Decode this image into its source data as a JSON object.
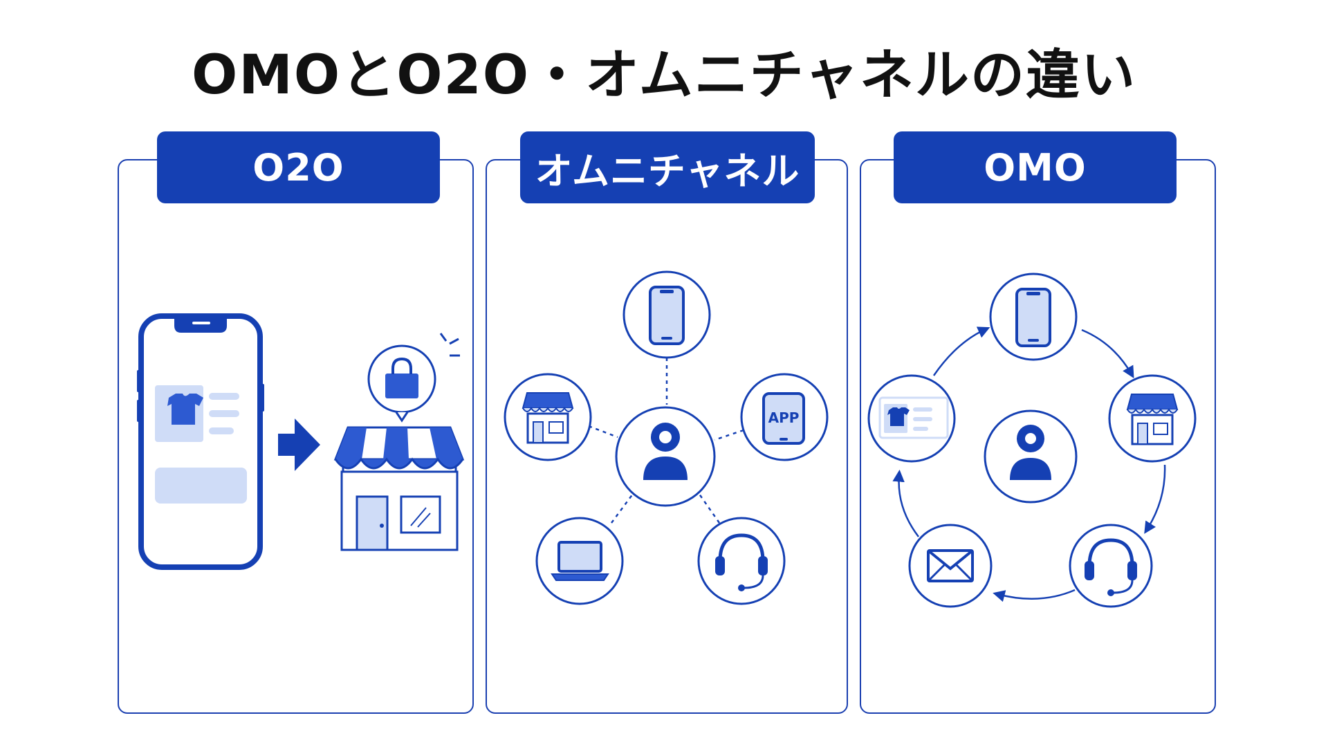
{
  "title": "OMOとO2O・オムニチャネルの違い",
  "panels": [
    {
      "label": "O2O"
    },
    {
      "label": "オムニチャネル"
    },
    {
      "label": "OMO"
    }
  ],
  "app_badge": "APP",
  "icons": {
    "o2o": [
      "smartphone-icon",
      "arrow-right-icon",
      "storefront-icon",
      "shopping-bag-icon"
    ],
    "omnichannel": [
      "smartphone-icon",
      "store-icon",
      "app-icon",
      "laptop-icon",
      "headset-icon",
      "customer-icon"
    ],
    "omo": [
      "smartphone-icon",
      "store-icon",
      "headset-icon",
      "mail-icon",
      "web-page-icon",
      "customer-icon"
    ]
  },
  "colors": {
    "primary": "#1540b3",
    "light": "#cfdcf7",
    "outline": "#1a3fb0"
  }
}
